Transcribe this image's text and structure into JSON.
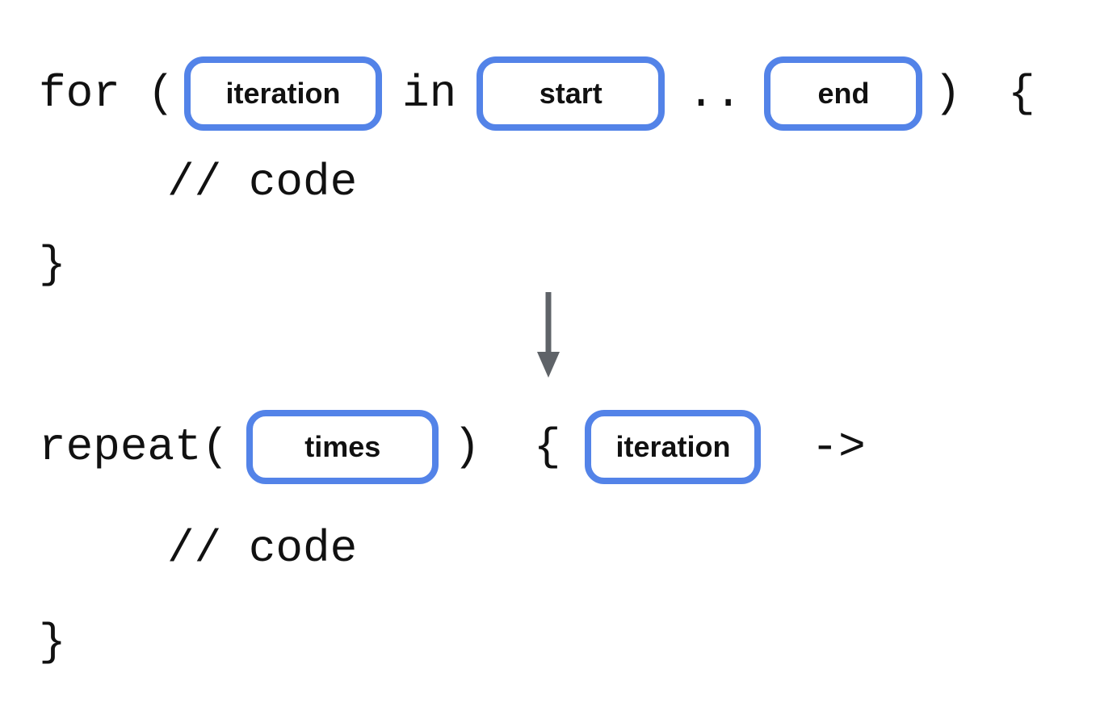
{
  "colors": {
    "slot_border": "#5383e8",
    "code_text": "#111111",
    "arrow": "#5f6368",
    "background": "#ffffff"
  },
  "before_block": {
    "for_open": "for (",
    "slot_iteration": "iteration",
    "in_keyword": "in",
    "slot_start": "start",
    "range_operator": "..",
    "slot_end": "end",
    "close_paren": ")",
    "open_brace": "{",
    "comment": "// code",
    "closing_brace": "}"
  },
  "arrow": {
    "direction": "down"
  },
  "after_block": {
    "repeat_open": "repeat(",
    "slot_times": "times",
    "close_paren": ")",
    "open_brace": "{",
    "slot_iteration": "iteration",
    "lambda_arrow": "->",
    "comment": "// code",
    "closing_brace": "}"
  }
}
